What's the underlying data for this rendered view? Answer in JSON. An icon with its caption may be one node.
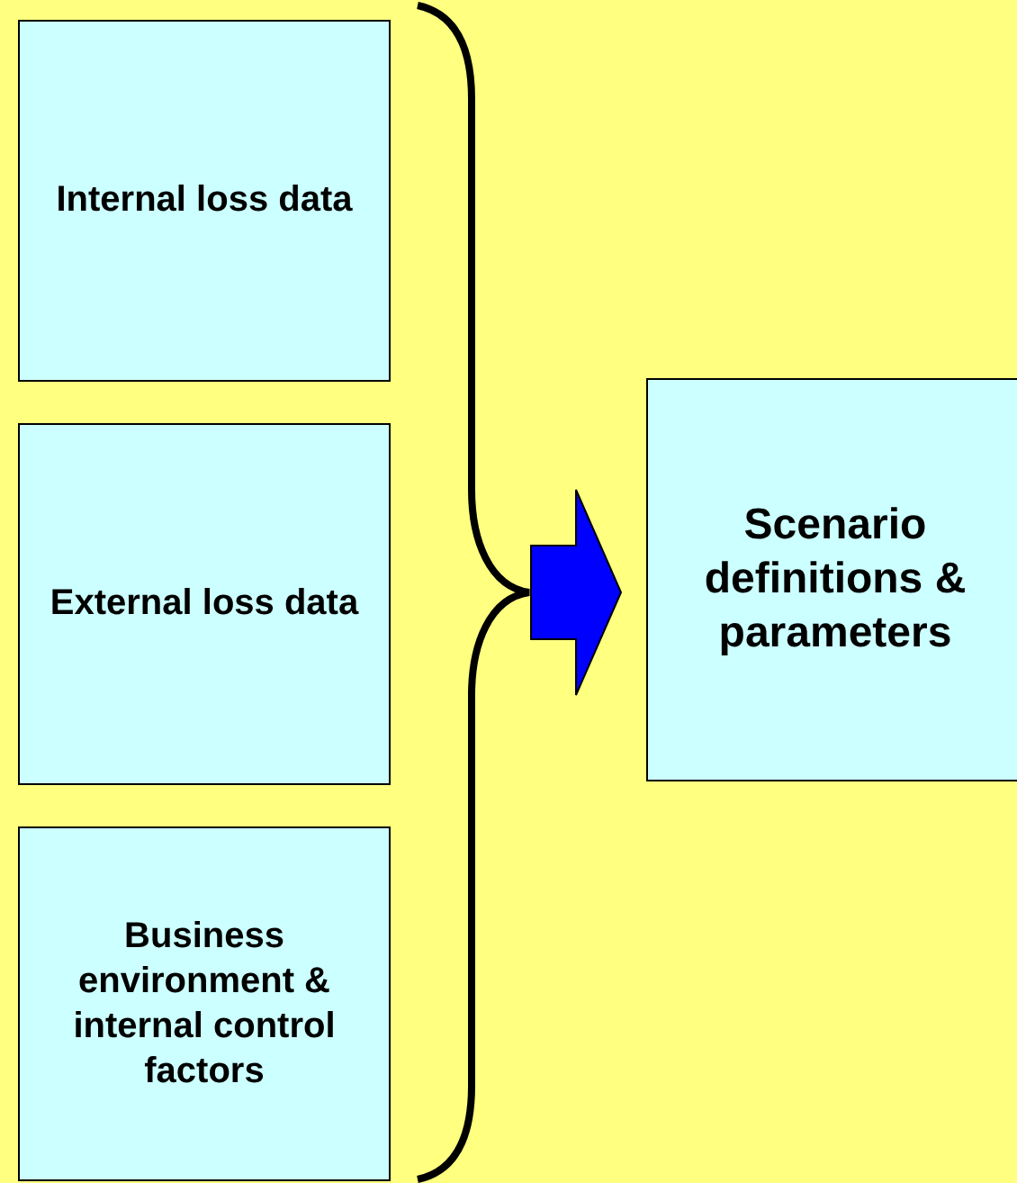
{
  "diagram": {
    "nodes": [
      {
        "text": [
          "Internal loss data"
        ]
      },
      {
        "text": [
          "External loss data"
        ]
      },
      {
        "text": [
          "Business environment & internal control factors"
        ]
      },
      {
        "text": [
          "Scenario definitions & parameters"
        ]
      }
    ],
    "edges": [
      {
        "from": null,
        "to": 3,
        "arrow": "to"
      }
    ]
  }
}
